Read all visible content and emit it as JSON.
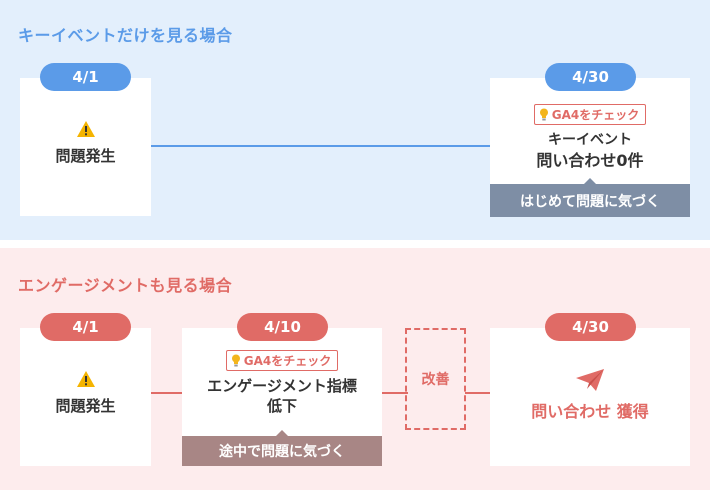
{
  "top_section": {
    "title": "キーイベントだけを見る場合",
    "start": {
      "date": "4/1",
      "icon": "warning-icon",
      "label": "問題発生"
    },
    "end": {
      "date": "4/30",
      "tag": {
        "icon": "lightbulb-icon",
        "label": "GA4をチェック"
      },
      "line1": "キーイベント",
      "line2": "問い合わせ0件",
      "bar": "はじめて問題に気づく"
    }
  },
  "bottom_section": {
    "title": "エンゲージメントも見る場合",
    "start": {
      "date": "4/1",
      "icon": "warning-icon",
      "label": "問題発生"
    },
    "middle": {
      "date": "4/10",
      "tag": {
        "icon": "lightbulb-icon",
        "label": "GA4をチェック"
      },
      "line1": "エンゲージメント指標",
      "line2": "低下",
      "bar": "途中で問題に気づく"
    },
    "improve": {
      "label": "改善"
    },
    "end": {
      "date": "4/30",
      "icon": "paper-plane-icon",
      "label": "問い合わせ 獲得"
    }
  },
  "colors": {
    "blue_accent": "#5b9be8",
    "red_accent": "#e06b66",
    "warning_yellow": "#f5b400",
    "bulb_yellow": "#f3b51c",
    "top_bg": "#e3effc",
    "bottom_bg": "#fdeced"
  }
}
